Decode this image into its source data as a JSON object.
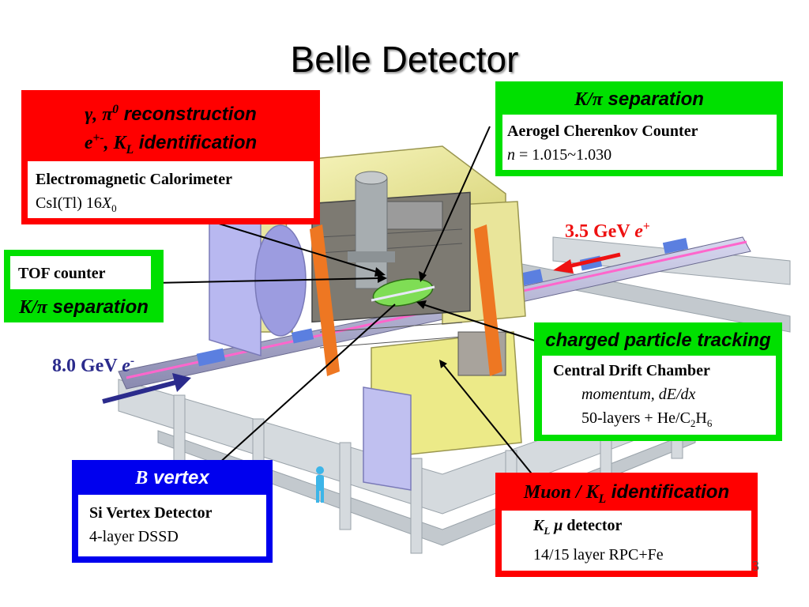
{
  "title": "Belle Detector",
  "slide_number": "3",
  "colors": {
    "red": "#ff0000",
    "green": "#00e000",
    "blue": "#0000ee",
    "navy": "#2b2b8c",
    "pointer": "#ee1111"
  },
  "ecl": {
    "hdr1_sym1": "γ",
    "hdr1_comma": ", ",
    "hdr1_sym2": "π",
    "hdr1_sup": "0",
    "hdr1_text": " reconstruction",
    "hdr2_e": "e",
    "hdr2_sup": "+-",
    "hdr2_comma": ", K",
    "hdr2_sub": "L",
    "hdr2_text": " identification",
    "name": "Electromagnetic Calorimeter",
    "line2_pre": "CsI(Tl) 16",
    "line2_x": "X",
    "line2_sub": "0"
  },
  "acc": {
    "hdr_k": "K",
    "hdr_slash": "/",
    "hdr_pi": "π",
    "hdr_text": "  separation",
    "name": "Aerogel Cherenkov Counter",
    "line2_n": "n",
    "line2_rest": " = 1.015~1.030"
  },
  "tof": {
    "name": "TOF counter",
    "hdr_k": "K",
    "hdr_slash": "/",
    "hdr_pi": "π",
    "hdr_text": " separation"
  },
  "cdc": {
    "hdr": "charged particle tracking",
    "name": "Central Drift Chamber",
    "line2": "momentum, dE/dx",
    "line3_pre": "50-layers + He/C",
    "line3_sub1": "2",
    "line3_h": "H",
    "line3_sub2": "6"
  },
  "svd": {
    "hdr_b": "B",
    "hdr_text": " vertex",
    "name": "Si Vertex Detector",
    "line2": "4-layer DSSD"
  },
  "klm": {
    "hdr_muon": "Muon / K",
    "hdr_sub": "L",
    "hdr_text": "  identification",
    "name_k": "K",
    "name_sub": "L",
    "name_mu": " μ",
    "name_rest": " detector",
    "line2": "14/15 layer RPC+Fe"
  },
  "beams": {
    "positron_energy": "3.5 GeV ",
    "positron_e": "e",
    "positron_sup": "+",
    "electron_energy": "8.0 GeV ",
    "electron_e": "e",
    "electron_sup": "-"
  }
}
